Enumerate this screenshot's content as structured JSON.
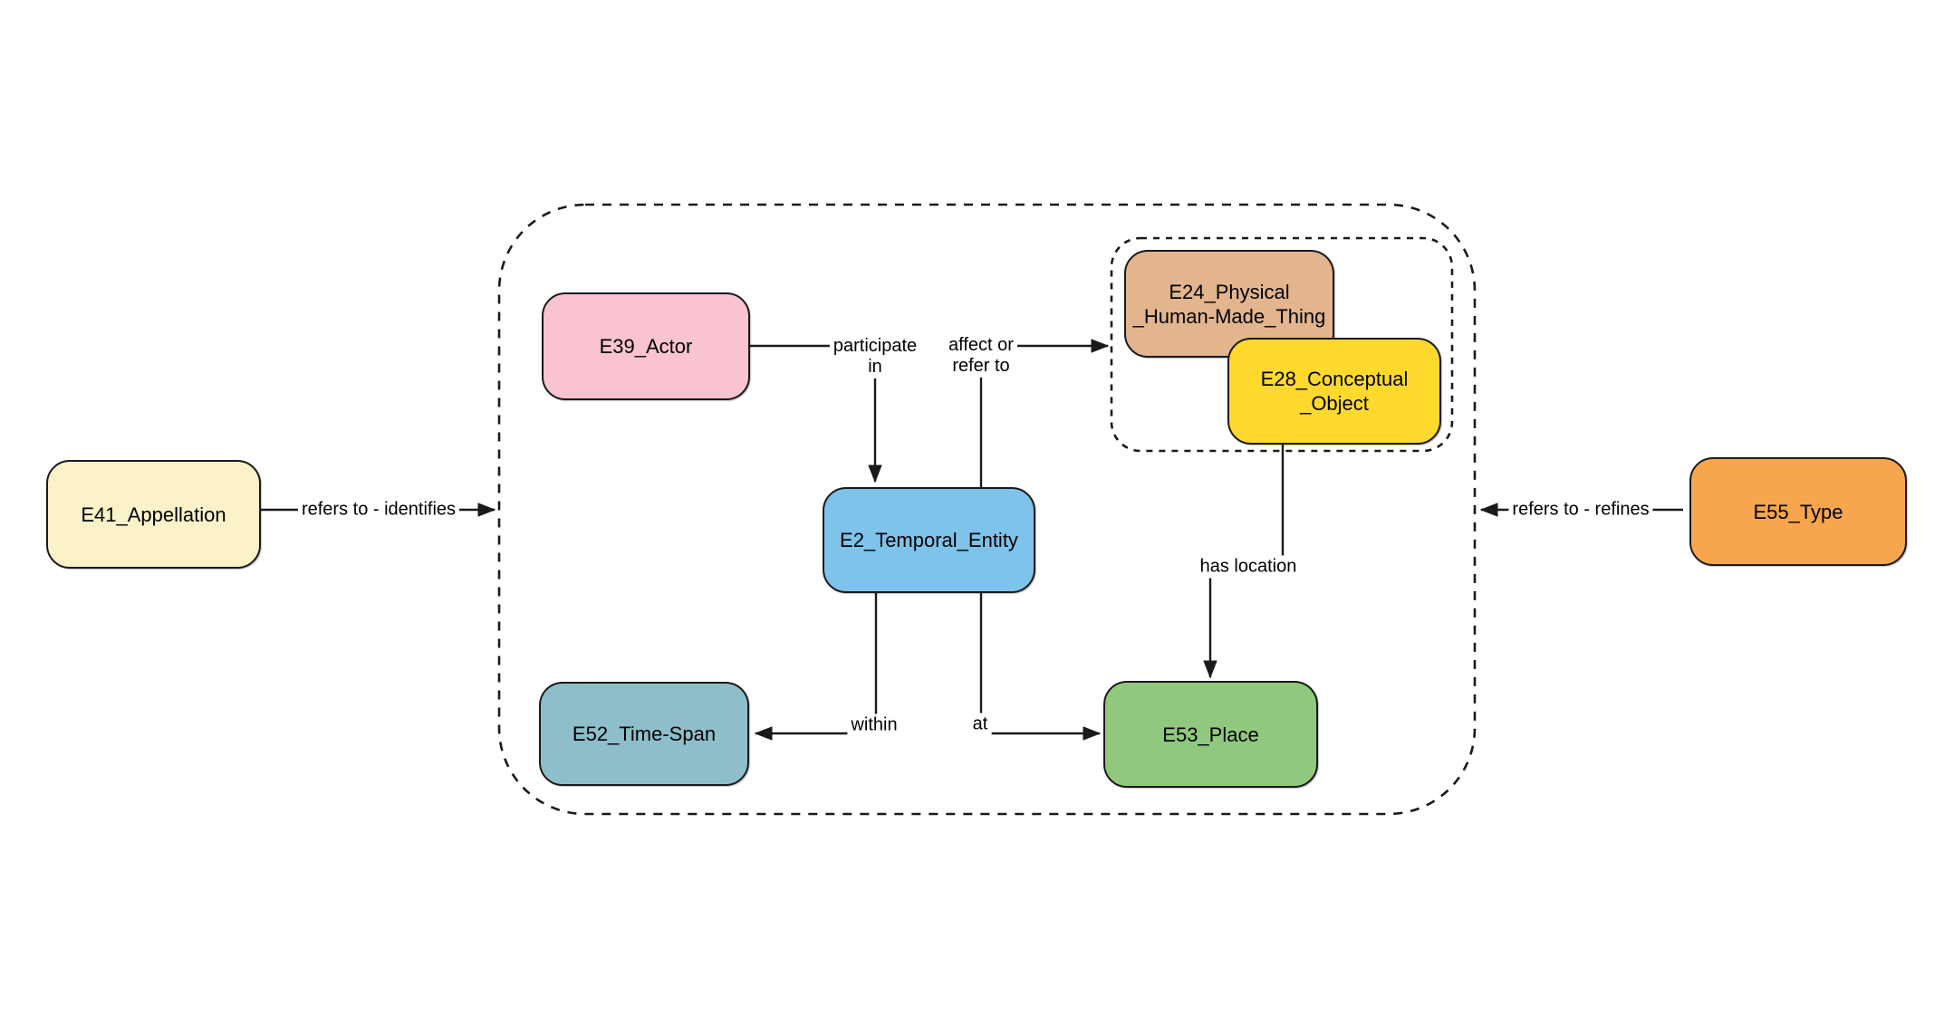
{
  "diagram": {
    "title": "CIDOC-CRM core entities diagram",
    "nodes": {
      "e41": {
        "label": "E41_Appellation",
        "fill": "#FBF2CA"
      },
      "e39": {
        "label": "E39_Actor",
        "fill": "#F9C3CF"
      },
      "e24": {
        "label": "E24_Physical\n_Human-Made_Thing",
        "fill": "#E2B58E"
      },
      "e28": {
        "label": "E28_Conceptual\n_Object",
        "fill": "#FFD92B"
      },
      "e2": {
        "label": "E2_Temporal_Entity",
        "fill": "#7EC3EA"
      },
      "e52": {
        "label": "E52_Time-Span",
        "fill": "#8FBECB"
      },
      "e53": {
        "label": "E53_Place",
        "fill": "#90C97E"
      },
      "e55": {
        "label": "E55_Type",
        "fill": "#F7A64E"
      }
    },
    "edges": {
      "identifies": {
        "label": "refers to - identifies"
      },
      "participate": {
        "label": "participate\nin"
      },
      "affect": {
        "label": "affect or\nrefer to"
      },
      "has_location": {
        "label": "has location"
      },
      "within": {
        "label": "within"
      },
      "at": {
        "label": "at"
      },
      "refines": {
        "label": "refers to - refines"
      }
    },
    "colors": {
      "edge_stroke": "#1a1a1a",
      "dashed_border": "#1a1a1a",
      "canvas": "#ffffff"
    }
  }
}
